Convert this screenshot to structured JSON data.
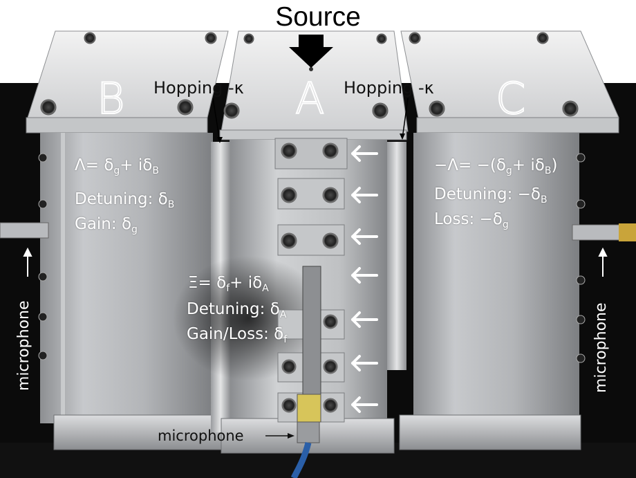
{
  "title": "Source",
  "resonators": {
    "left": "B",
    "center": "A",
    "right": "C"
  },
  "coupling": {
    "left": "Hopping -κ",
    "right": "Hopping -κ"
  },
  "resonator_B": {
    "eq_main": "Λ= δ",
    "eq_sub1": "g",
    "eq_mid": "+ iδ",
    "eq_sub2": "B",
    "detuning_label": "Detuning: δ",
    "detuning_sub": "B",
    "gain_label": "Gain: δ",
    "gain_sub": "g"
  },
  "resonator_C": {
    "eq_main": "−Λ= −(δ",
    "eq_sub1": "g",
    "eq_mid": "+ iδ",
    "eq_sub2": "B",
    "eq_end": ")",
    "detuning_label": "Detuning: −δ",
    "detuning_sub": "B",
    "loss_label": "Loss: −δ",
    "loss_sub": "g"
  },
  "resonator_A": {
    "eq_main": "Ξ= δ",
    "eq_sub1": "f",
    "eq_mid": "+ iδ",
    "eq_sub2": "A",
    "detuning_label": "Detuning: δ",
    "detuning_sub": "A",
    "gainloss_label": "Gain/Loss: δ",
    "gainloss_sub": "f"
  },
  "microphones": {
    "left": "microphone",
    "right": "microphone",
    "bottom": "microphone"
  },
  "colors": {
    "background": "#0b0b0b",
    "metal_light": "#d8d9da",
    "metal_mid": "#a9abad",
    "metal_dark": "#6f7174",
    "arrow": "#ffffff",
    "cable_blue": "#2a5fa8"
  }
}
